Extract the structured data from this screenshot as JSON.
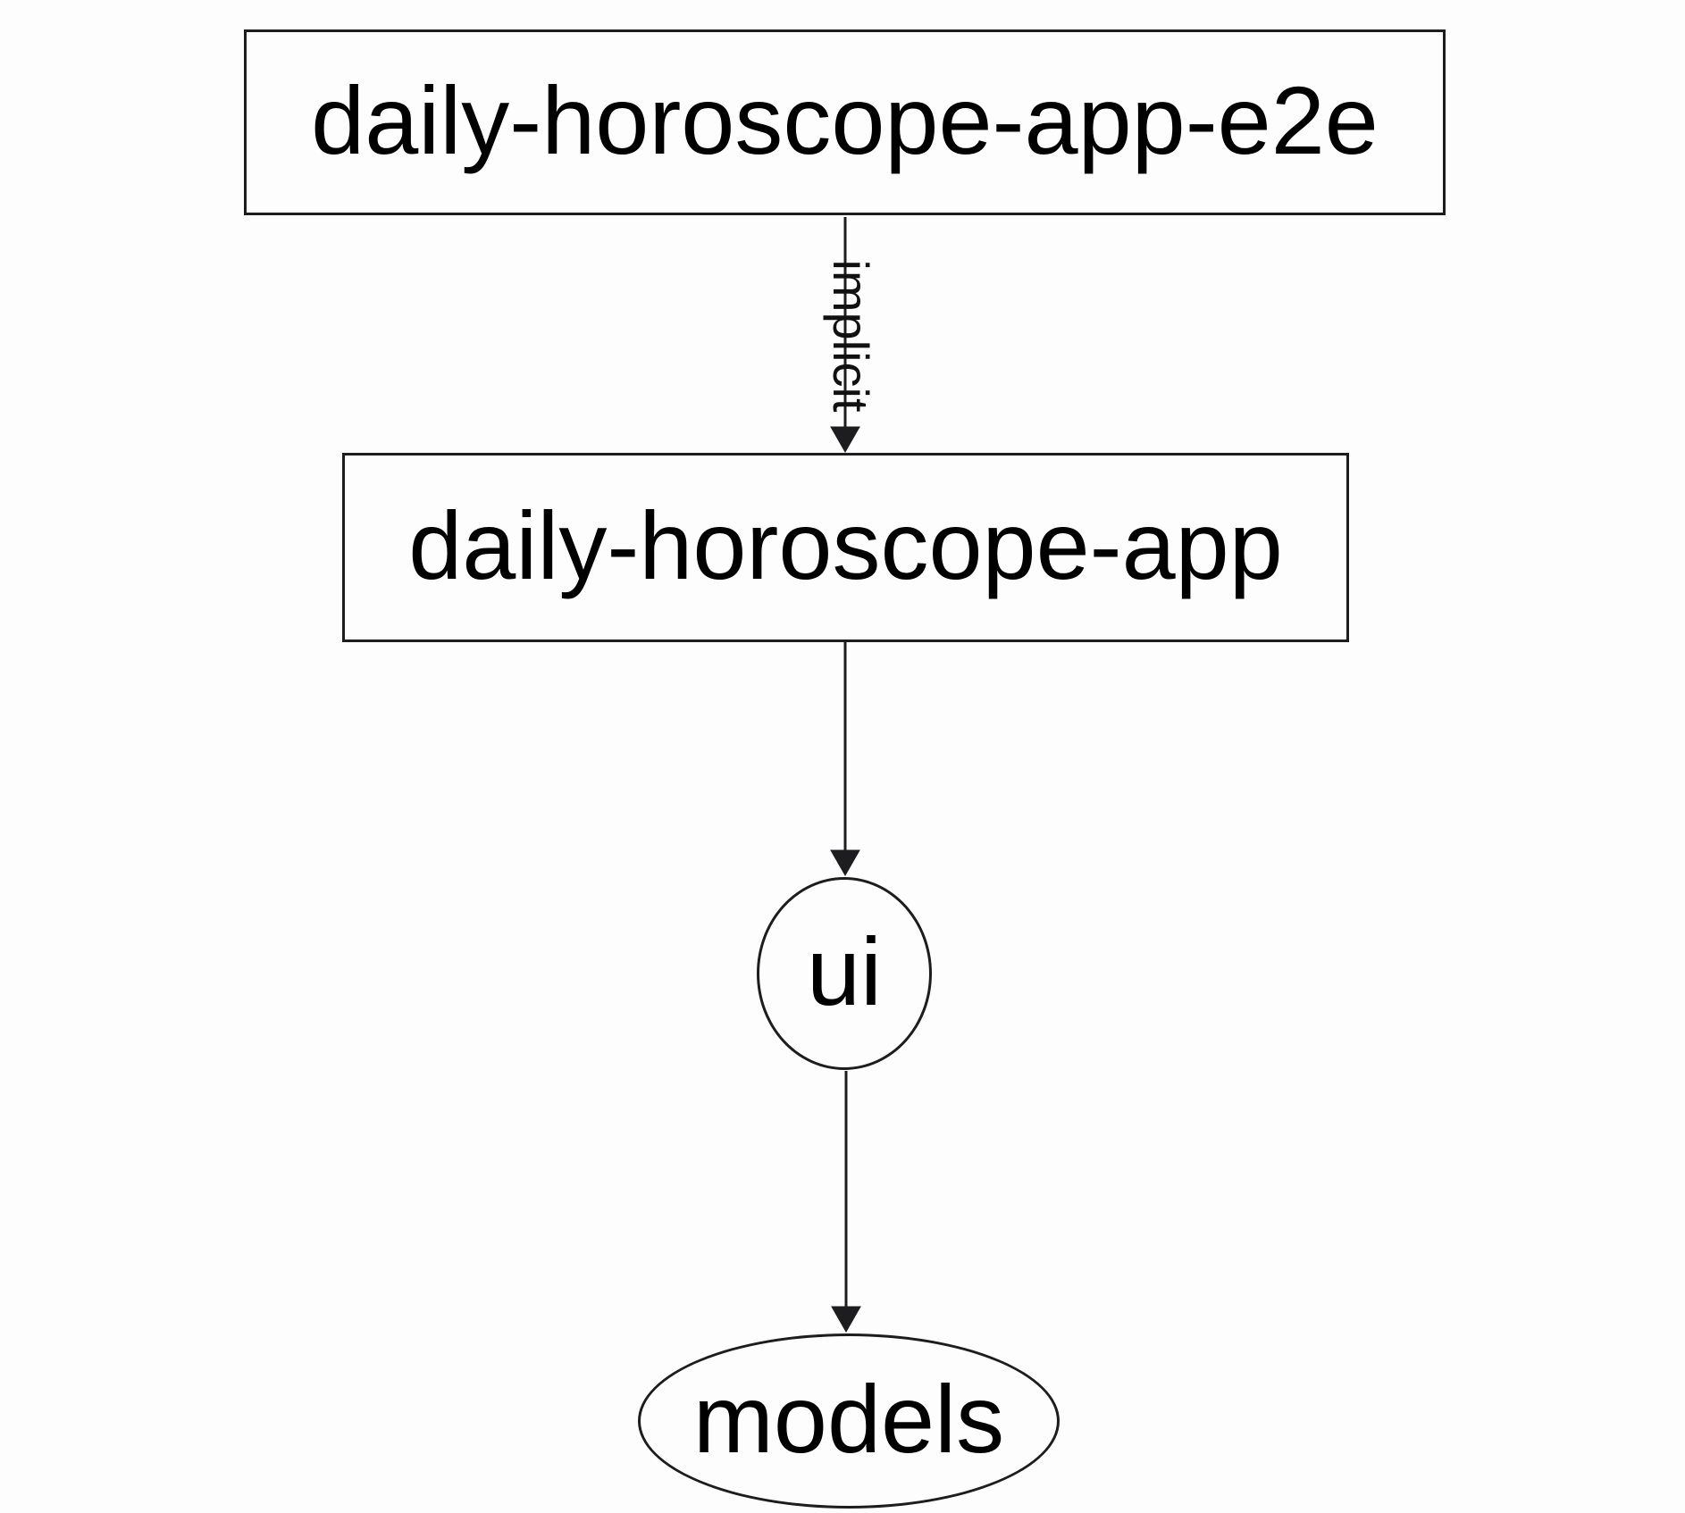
{
  "diagram": {
    "type": "dependency-graph",
    "background_color": "#fdfdfd",
    "stroke_color": "#1d1d1f",
    "text_color": "#000000",
    "nodes": [
      {
        "id": "daily-horoscope-app-e2e",
        "label": "daily-horoscope-app-e2e",
        "shape": "rectangle"
      },
      {
        "id": "daily-horoscope-app",
        "label": "daily-horoscope-app",
        "shape": "rectangle"
      },
      {
        "id": "ui",
        "label": "ui",
        "shape": "ellipse"
      },
      {
        "id": "models",
        "label": "models",
        "shape": "ellipse"
      }
    ],
    "edges": [
      {
        "from": "daily-horoscope-app-e2e",
        "to": "daily-horoscope-app",
        "label": "implicit",
        "arrow": "down"
      },
      {
        "from": "daily-horoscope-app",
        "to": "ui",
        "label": "",
        "arrow": "down"
      },
      {
        "from": "ui",
        "to": "models",
        "label": "",
        "arrow": "down"
      }
    ]
  }
}
